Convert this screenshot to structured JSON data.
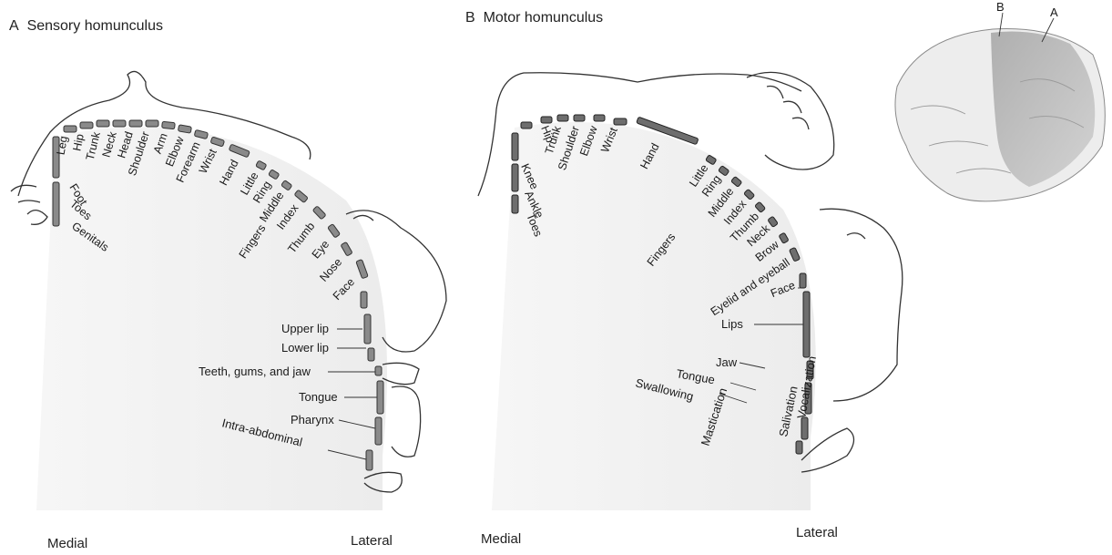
{
  "panel_a": {
    "letter": "A",
    "title": "Sensory homunculus",
    "medial": "Medial",
    "lateral": "Lateral",
    "labels": [
      "Leg",
      "Hip",
      "Trunk",
      "Neck",
      "Head",
      "Shoulder",
      "Arm",
      "Elbow",
      "Forearm",
      "Wrist",
      "Hand",
      "Little",
      "Ring",
      "Middle",
      "Index",
      "Fingers",
      "Thumb",
      "Eye",
      "Nose",
      "Face",
      "Upper lip",
      "Lower lip",
      "Teeth, gums, and jaw",
      "Tongue",
      "Pharynx",
      "Intra-abdominal",
      "Foot",
      "Toes",
      "Genitals"
    ]
  },
  "panel_b": {
    "letter": "B",
    "title": "Motor homunculus",
    "medial": "Medial",
    "lateral": "Lateral",
    "labels": [
      "Hip",
      "Trunk",
      "Shoulder",
      "Elbow",
      "Wrist",
      "Hand",
      "Knee",
      "Ankle",
      "Toes",
      "Little",
      "Ring",
      "Middle",
      "Index",
      "Thumb",
      "Fingers",
      "Neck",
      "Brow",
      "Eyelid and eyeball",
      "Face",
      "Lips",
      "Jaw",
      "Tongue",
      "Swallowing",
      "Vocalization",
      "Salivation",
      "Mastication"
    ]
  },
  "brain_inset": {
    "label_b": "B",
    "label_a": "A"
  }
}
